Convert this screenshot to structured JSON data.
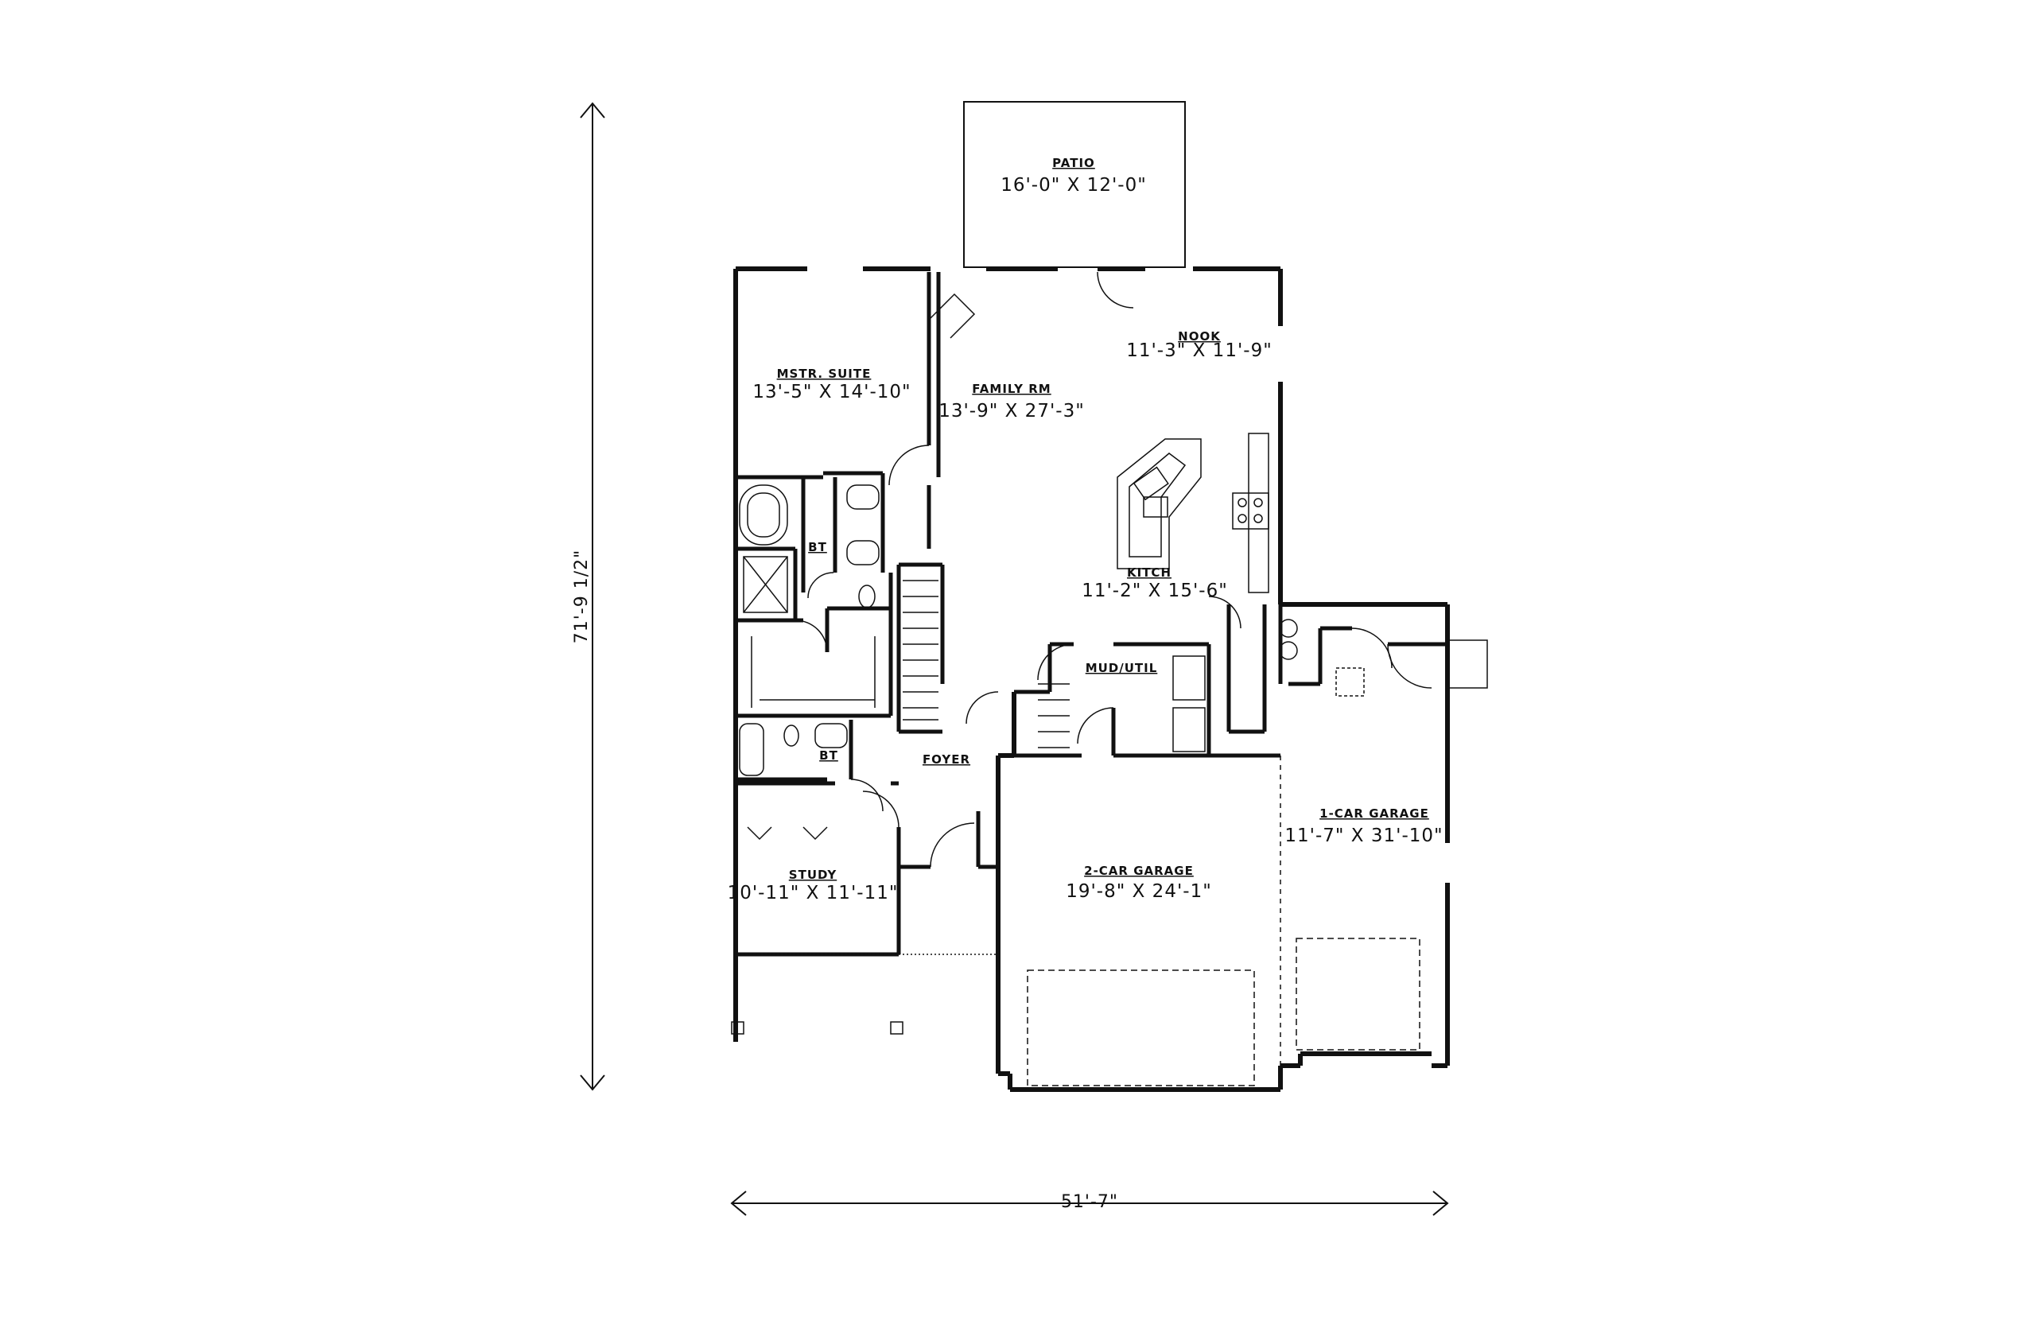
{
  "dimensions": {
    "overall_depth": "71'-9 1/2\"",
    "overall_width": "51'-7\""
  },
  "rooms": {
    "patio": {
      "name": "PATIO",
      "size": "16'-0\" X 12'-0\""
    },
    "nook": {
      "name": "NOOK",
      "size": "11'-3\" X 11'-9\""
    },
    "master_suite": {
      "name": "MSTR. SUITE",
      "size": "13'-5\" X 14'-10\""
    },
    "family_rm": {
      "name": "FAMILY RM",
      "size": "13'-9\" X 27'-3\""
    },
    "kitchen": {
      "name": "KITCH",
      "size": "11'-2\" X 15'-6\""
    },
    "bath_upper": {
      "name": "BT"
    },
    "mud_util": {
      "name": "MUD/UTIL"
    },
    "bath_lower": {
      "name": "BT"
    },
    "foyer": {
      "name": "FOYER"
    },
    "one_car_garage": {
      "name": "1-CAR GARAGE",
      "size": "11'-7\" X 31'-10\""
    },
    "study": {
      "name": "STUDY",
      "size": "10'-11\" X 11'-11\""
    },
    "two_car_garage": {
      "name": "2-CAR GARAGE",
      "size": "19'-8\" X 24'-1\""
    }
  },
  "colors": {
    "ink": "#111111",
    "background": "#ffffff"
  }
}
